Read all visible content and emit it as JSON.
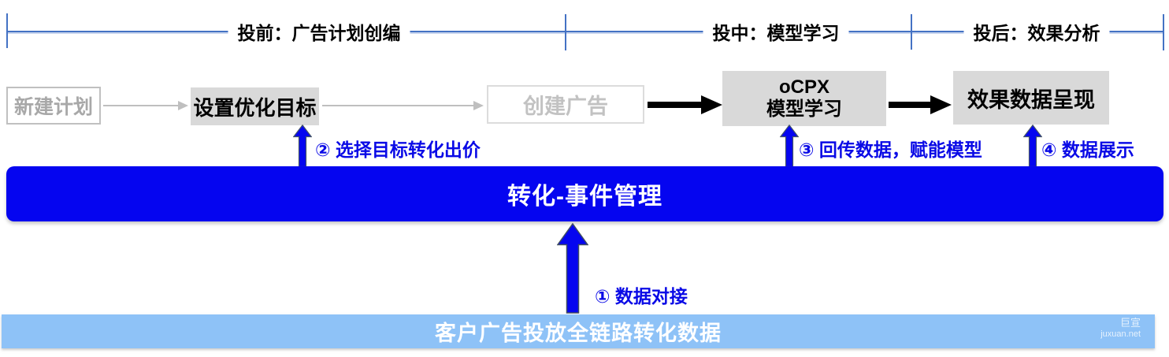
{
  "phase_axis": {
    "labels": [
      "投前：广告计划创编",
      "投中：模型学习",
      "投后：效果分析"
    ]
  },
  "flow_boxes": {
    "new_plan": "新建计划",
    "set_goal": "设置优化目标",
    "create_ad": "创建广告",
    "ocpx_line1": "oCPX",
    "ocpx_line2": "模型学习",
    "result": "效果数据呈现"
  },
  "banner": {
    "label": "转化-事件管理"
  },
  "bottom_bar": {
    "label": "客户广告投放全链路转化数据"
  },
  "annotations": {
    "step1": "① 数据对接",
    "step2": "② 选择目标转化出价",
    "step3": "③ 回传数据，赋能模型",
    "step4": "④ 数据展示"
  },
  "watermark": {
    "name": "巨宣",
    "site": "juxuan.net"
  },
  "colors": {
    "axis_blue": "#4472C4",
    "banner_blue": "#0505F0",
    "bottom_bar_blue": "#8EC2F7",
    "annotation_blue": "#0A0AE6",
    "box_gray_fill": "#D9D9D9",
    "ghost_box_border": "#C0C0C0",
    "ghost_box_text": "#A8A8A8",
    "light_ghost_border": "#DCDCDC",
    "light_ghost_text": "#C2C2C2",
    "black_arrow": "#000000",
    "gray_arrow": "#BFBFBF",
    "arrow_outline": "#44546A"
  }
}
